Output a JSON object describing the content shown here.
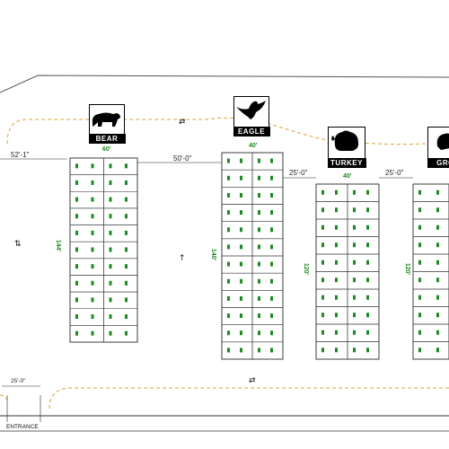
{
  "sections": {
    "bear": {
      "sign": "BEAR",
      "width": "60'",
      "depth": "144'"
    },
    "eagle": {
      "sign": "EAGLE",
      "width": "40'",
      "depth": "140'"
    },
    "turkey": {
      "sign": "TURKEY",
      "width": "40'",
      "depth": "120'"
    },
    "grouse": {
      "sign": "GRO",
      "depth": "120'"
    }
  },
  "dimensions": {
    "left_offset": "52'-1\"",
    "bear_eagle_gap": "50'-0\"",
    "eagle_turkey_gap": "25'-0\"",
    "turkey_grouse_gap": "25'-0\"",
    "entrance_width": "25'-0\""
  },
  "labels": {
    "entrance": "ENTRANCE"
  },
  "colors": {
    "lines": "#000000",
    "fire_lane": "#d9a441",
    "dimension_green": "#1f8a24"
  },
  "icons": [
    "bear-icon",
    "eagle-icon",
    "turkey-icon",
    "grouse-icon",
    "traffic-arrow-icon"
  ]
}
